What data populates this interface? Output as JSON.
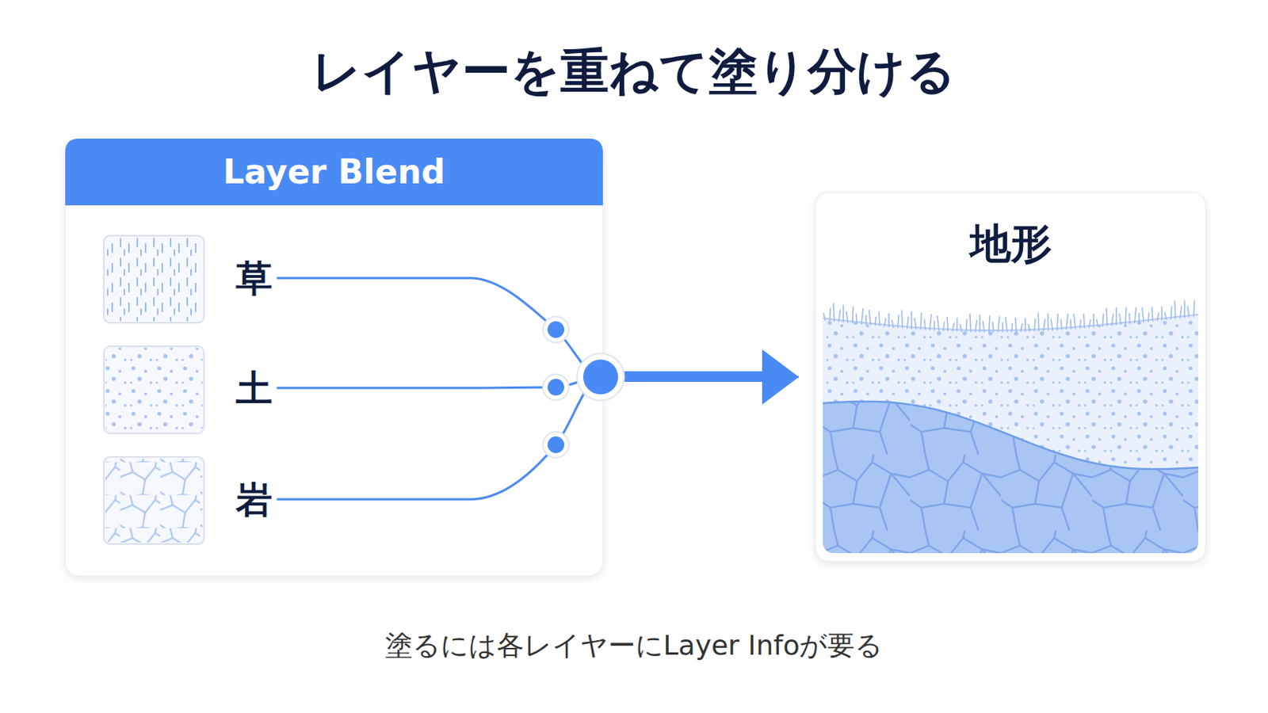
{
  "diagram": {
    "title": "レイヤーを重ねて塗り分ける",
    "caption": "塗るには各レイヤーにLayer Infoが要る",
    "nodes": [
      {
        "text": [
          "Layer Blend"
        ]
      },
      {
        "text": [
          "草"
        ],
        "in": 0
      },
      {
        "text": [
          "土"
        ],
        "in": 0
      },
      {
        "text": [
          "岩"
        ],
        "in": 0
      },
      {
        "text": [
          "地形"
        ]
      }
    ],
    "edges": [
      {
        "from": 1,
        "to": 4,
        "arrow": "to"
      },
      {
        "from": 2,
        "to": 4,
        "arrow": "to"
      },
      {
        "from": 3,
        "to": 4,
        "arrow": "to"
      }
    ]
  }
}
